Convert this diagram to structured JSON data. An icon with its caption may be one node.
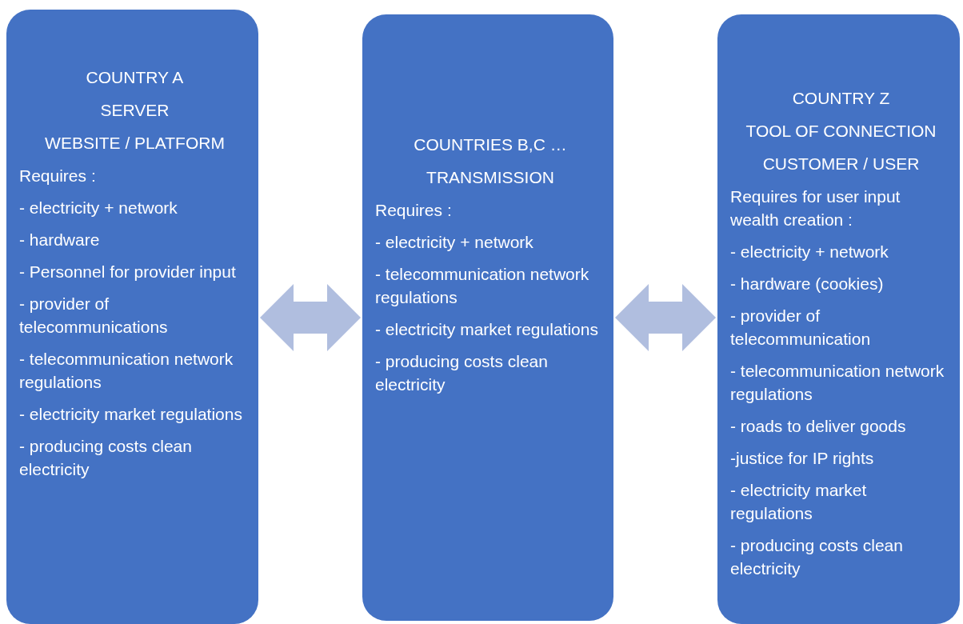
{
  "diagram": {
    "nodes": [
      {
        "text": [
          "COUNTRY A",
          "SERVER",
          "WEBSITE / PLATFORM",
          "Requires :",
          "- electricity + network",
          "- hardware",
          "- Personnel for provider input",
          "- provider of telecommunications",
          "- telecommunication network regulations",
          "- electricity market regulations",
          "- producing costs clean electricity"
        ]
      },
      {
        "text": [
          "COUNTRIES B,C …",
          "TRANSMISSION",
          "Requires :",
          "- electricity + network",
          "- telecommunication network regulations",
          "- electricity market regulations",
          "- producing costs clean electricity"
        ]
      },
      {
        "text": [
          "COUNTRY Z",
          "TOOL OF CONNECTION",
          "CUSTOMER / USER",
          "Requires for user input wealth creation :",
          "- electricity + network",
          "- hardware (cookies)",
          "- provider of telecommunication",
          "- telecommunication network regulations",
          "- roads to deliver goods",
          "-justice for IP rights",
          "- electricity market regulations",
          "- producing costs clean electricity"
        ]
      }
    ],
    "edges": [
      {
        "from": 0,
        "to": 1,
        "arrow": "both"
      },
      {
        "from": 1,
        "to": 2,
        "arrow": "both"
      }
    ]
  }
}
